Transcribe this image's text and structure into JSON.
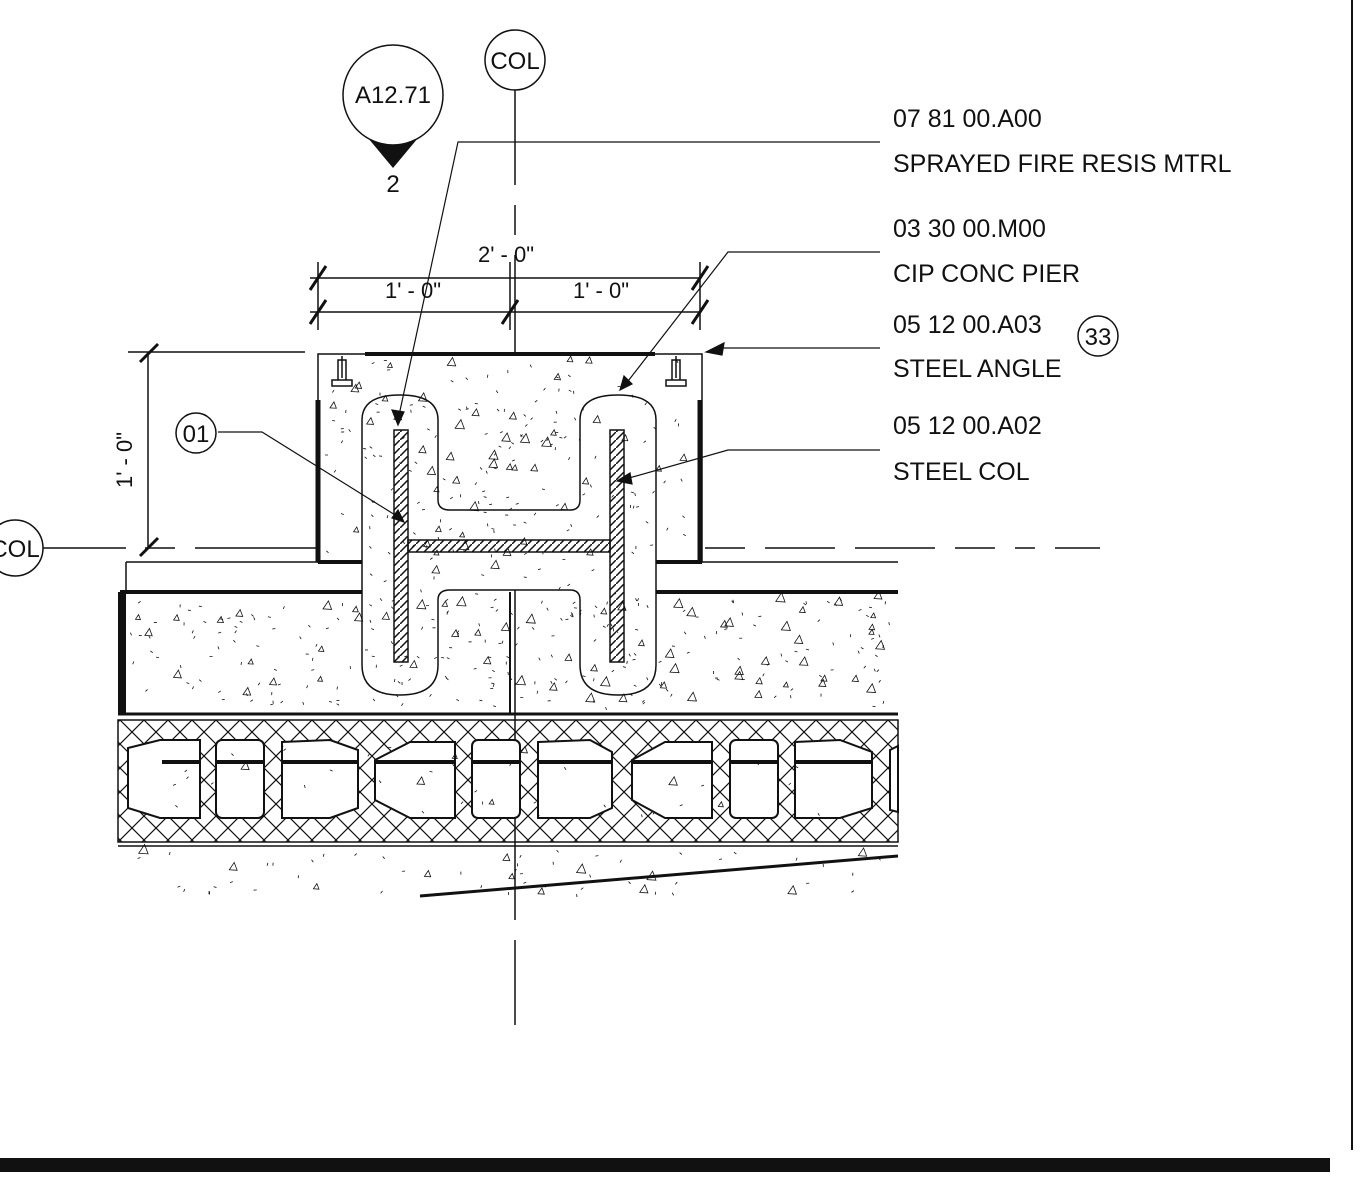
{
  "grid": {
    "col_vertical": "COL",
    "col_horizontal": "COL"
  },
  "section_marker": {
    "sheet": "A12.71",
    "number": "2"
  },
  "dimensions": {
    "overall_width": "2' - 0\"",
    "left_half": "1' - 0\"",
    "right_half": "1' - 0\"",
    "height": "1' - 0\""
  },
  "keynotes": [
    {
      "code": "07 81 00.A00",
      "description": "SPRAYED FIRE RESIS MTRL"
    },
    {
      "code": "03 30 00.M00",
      "description": "CIP CONC PIER"
    },
    {
      "code": "05 12 00.A03",
      "description": "STEEL ANGLE",
      "tag": "33"
    },
    {
      "code": "05 12 00.A02",
      "description": "STEEL COL"
    }
  ],
  "tags": {
    "left_tag": "01"
  }
}
